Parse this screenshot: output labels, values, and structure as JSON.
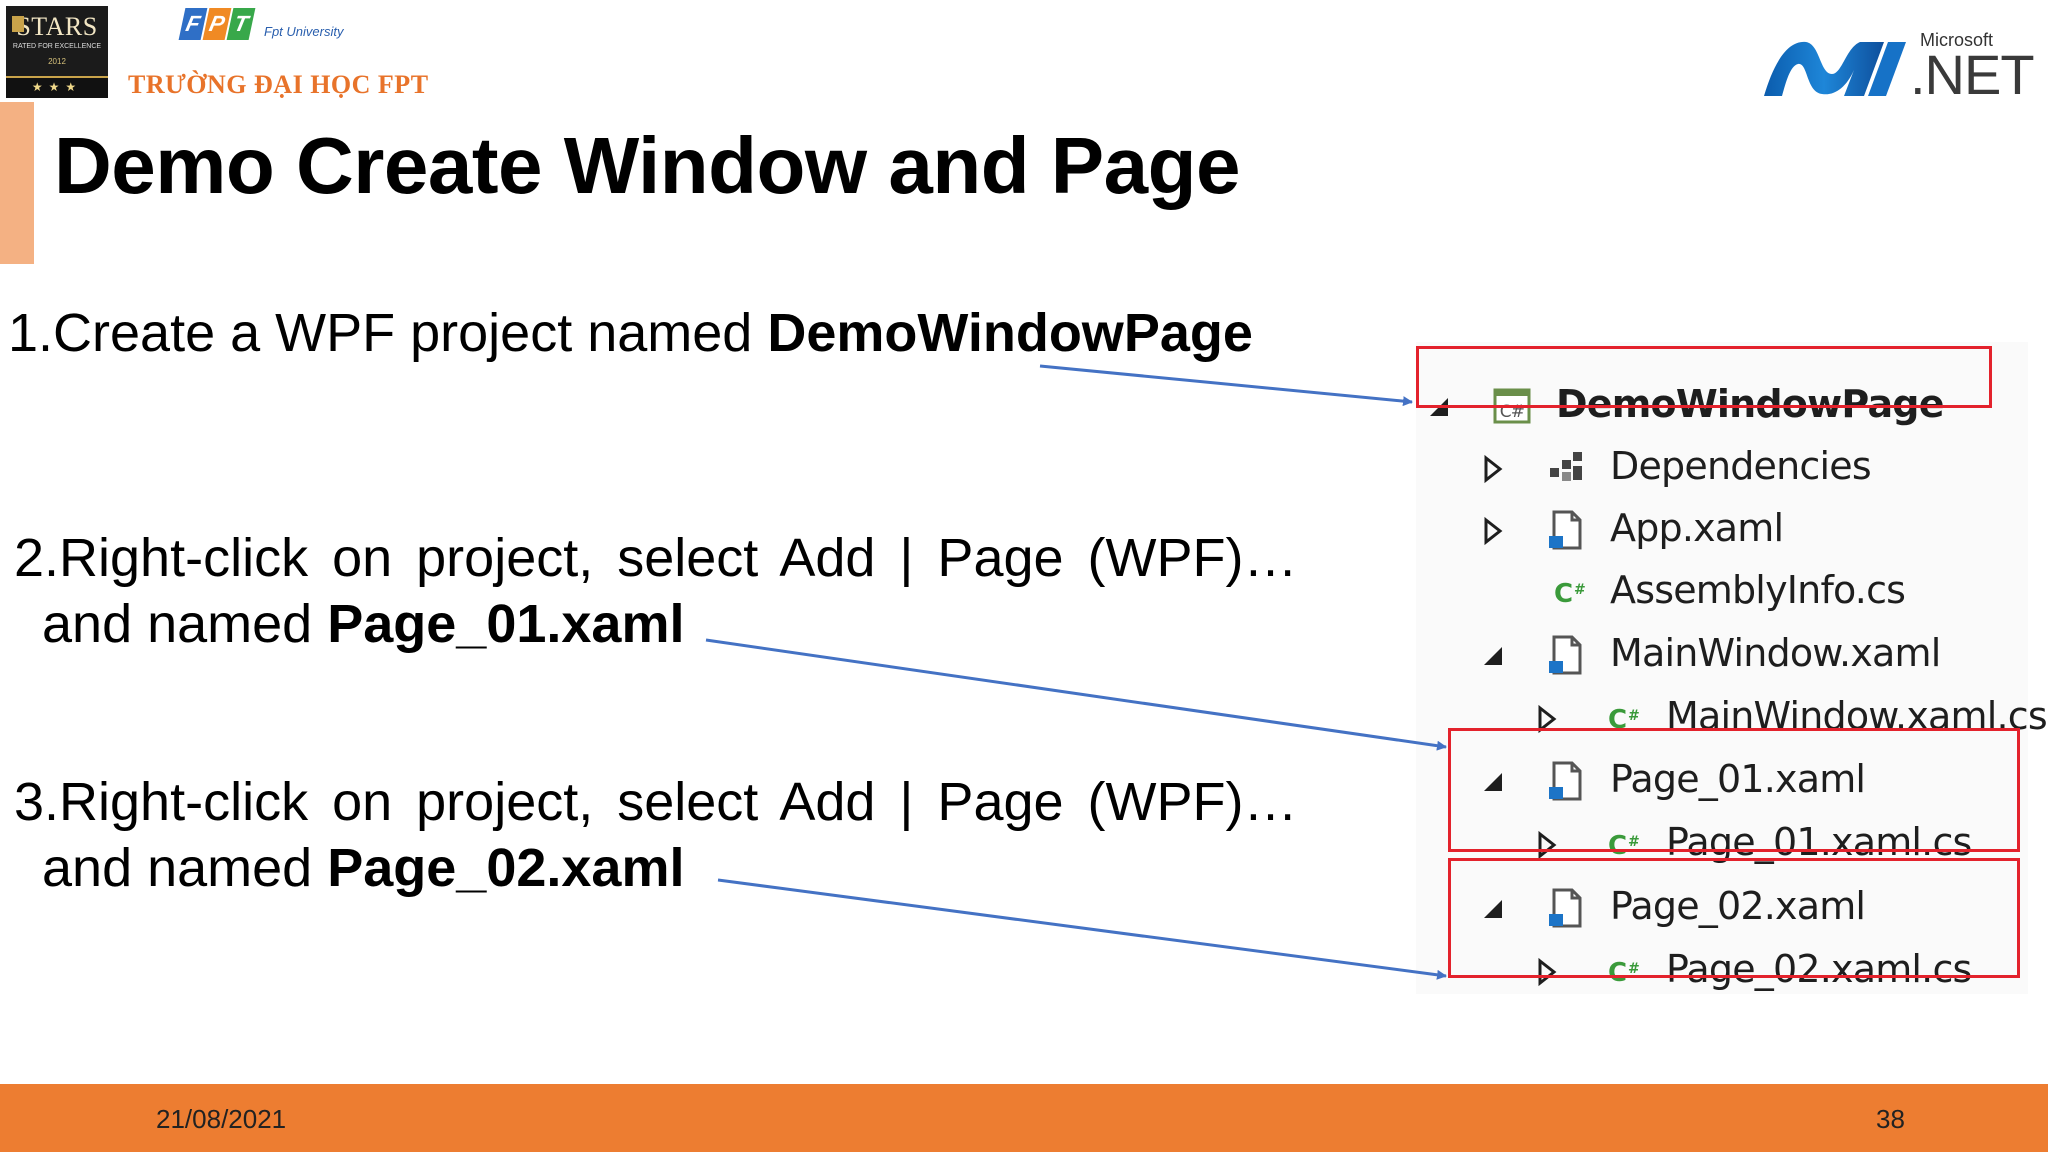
{
  "logos": {
    "stars": {
      "word": "STARS",
      "sub": "RATED FOR EXCELLENCE",
      "year": "2012",
      "band": "★★★"
    },
    "fpt": {
      "letters": [
        "F",
        "P",
        "T"
      ],
      "university": "Fpt University",
      "school": "TRƯỜNG ĐẠI HỌC FPT"
    },
    "dotnet": {
      "brand": "Microsoft",
      "name": ".NET"
    }
  },
  "slide": {
    "title": "Demo Create Window and Page",
    "steps": [
      {
        "line1_prefix": "1.Create a WPF project named ",
        "line1_bold": "DemoWindowPage"
      },
      {
        "line1": "2.Right-click on project, select Add | Page (WPF)…",
        "line2_prefix": "and named ",
        "line2_bold": "Page_01.xaml"
      },
      {
        "line1": "3.Right-click on project, select Add | Page (WPF)…",
        "line2_prefix": "and named ",
        "line2_bold": "Page_02.xaml"
      }
    ]
  },
  "solution_explorer": {
    "items": [
      {
        "label": "DemoWindowPage",
        "icon": "csharp-project-icon",
        "expanded": true,
        "highlighted": true
      },
      {
        "label": "Dependencies",
        "icon": "dependencies-icon",
        "expanded": false
      },
      {
        "label": "App.xaml",
        "icon": "xaml-file-icon",
        "expanded": false
      },
      {
        "label": "AssemblyInfo.cs",
        "icon": "csharp-file-icon"
      },
      {
        "label": "MainWindow.xaml",
        "icon": "xaml-file-icon",
        "expanded": true
      },
      {
        "label": "MainWindow.xaml.cs",
        "icon": "csharp-file-icon",
        "expanded": false
      },
      {
        "label": "Page_01.xaml",
        "icon": "xaml-file-icon",
        "expanded": true,
        "highlighted": true
      },
      {
        "label": "Page_01.xaml.cs",
        "icon": "csharp-file-icon",
        "expanded": false
      },
      {
        "label": "Page_02.xaml",
        "icon": "xaml-file-icon",
        "expanded": true,
        "highlighted": true
      },
      {
        "label": "Page_02.xaml.cs",
        "icon": "csharp-file-icon",
        "expanded": false
      }
    ]
  },
  "colors": {
    "accent_bar": "#f4b183",
    "footer": "#ed7d31",
    "highlight_box": "#e3222c",
    "arrow": "#4472c4"
  },
  "footer": {
    "date": "21/08/2021",
    "page_number": "38"
  }
}
